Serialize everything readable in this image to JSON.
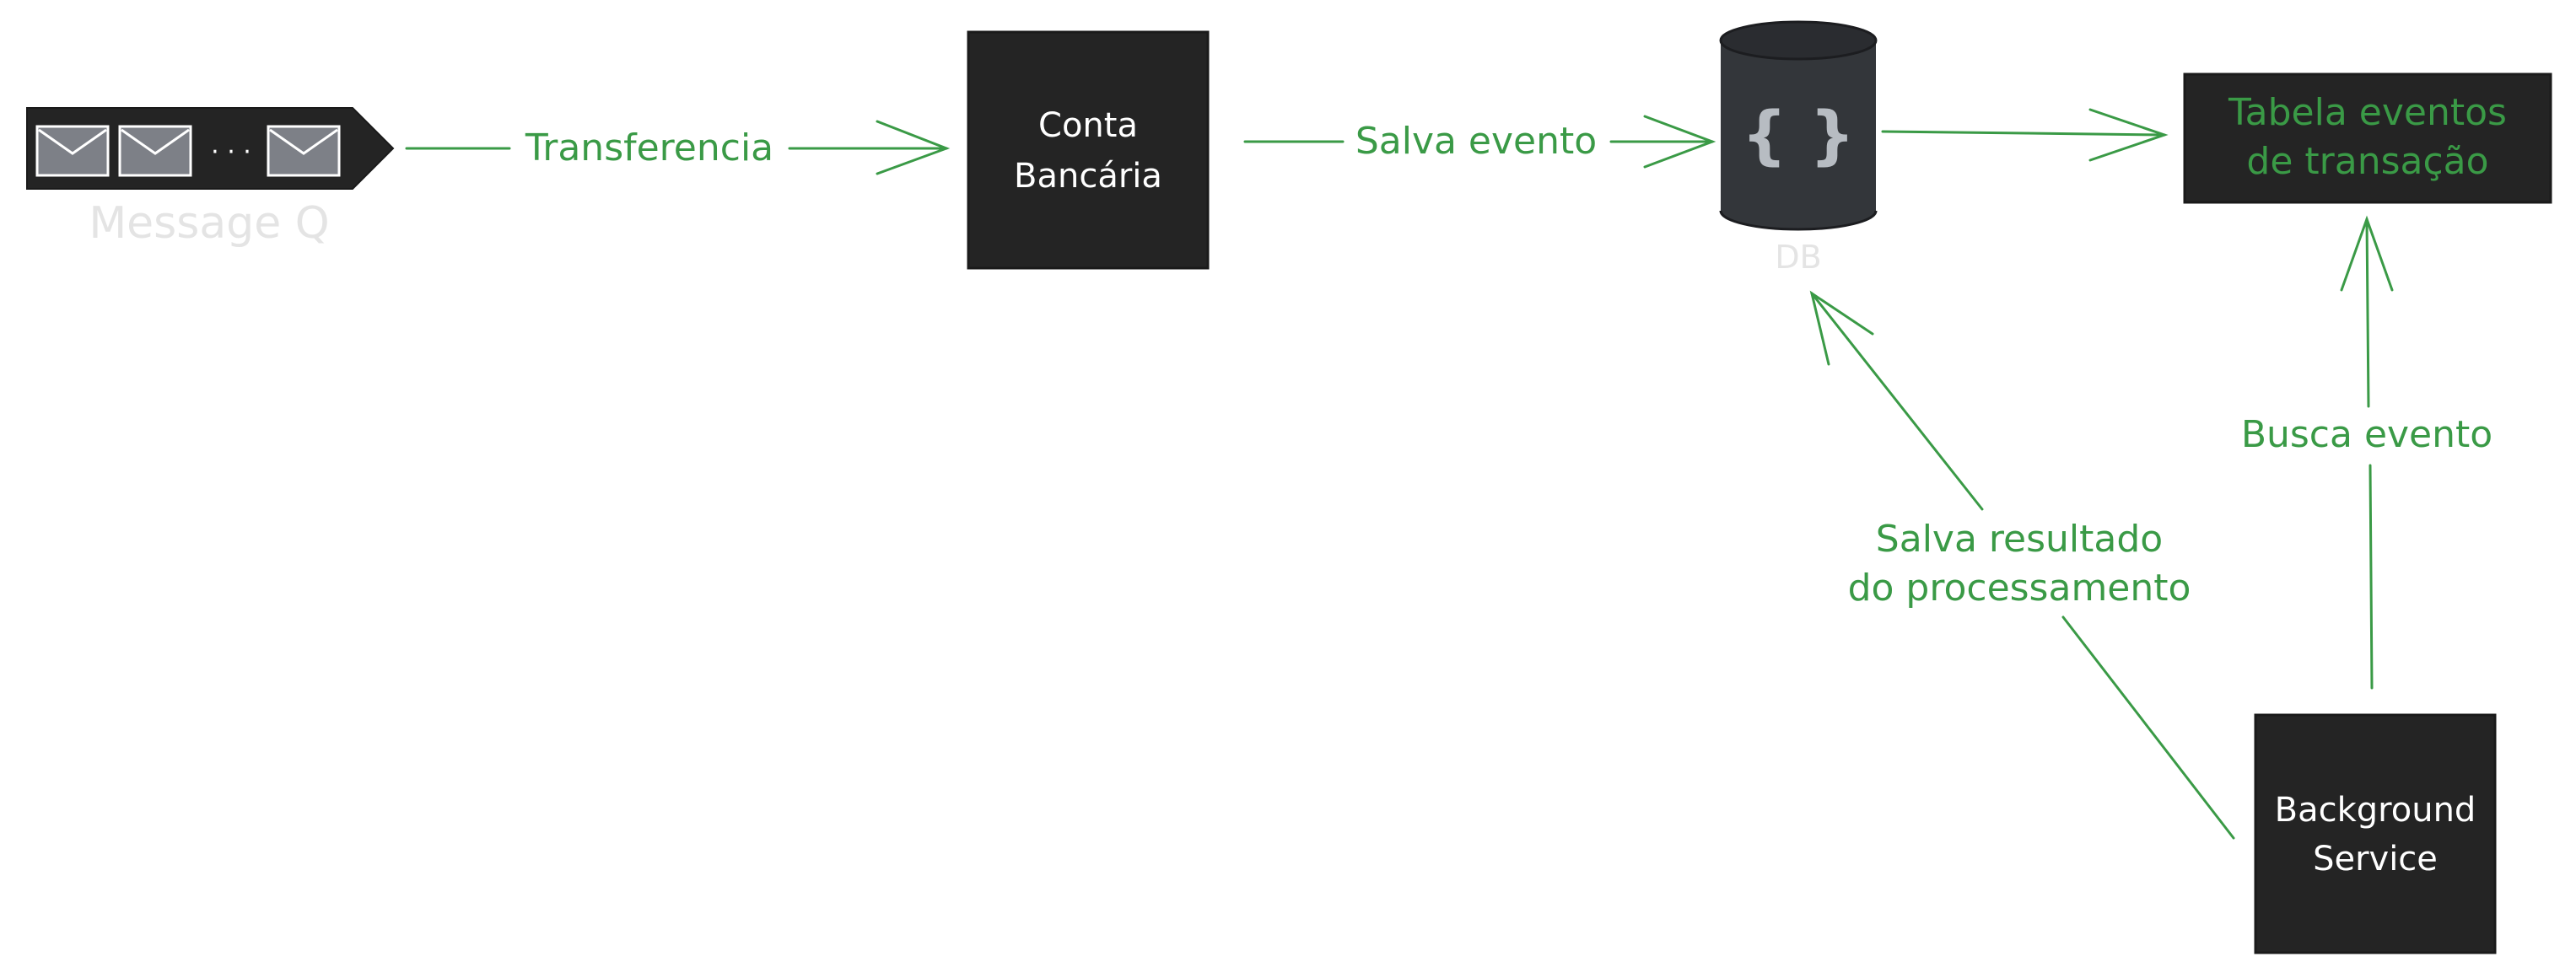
{
  "colors": {
    "arrow": "#3a9a46",
    "node_fill": "#242424",
    "node_text": "#ffffff",
    "table_text": "#3a9a46",
    "db_fill": "#33363a",
    "db_glyph": "#b7bcc2",
    "muted_label": "#e4e4e4",
    "envelope": "#7d8087"
  },
  "queue": {
    "icon": "envelope-icon",
    "dots": "· · ·",
    "caption": "Message Q"
  },
  "nodes": {
    "conta": {
      "line1": "Conta",
      "line2": "Bancária"
    },
    "db": {
      "glyph": "{ }",
      "caption": "DB"
    },
    "tabela": {
      "line1": "Tabela eventos",
      "line2": "de transação"
    },
    "background": {
      "line1": "Background",
      "line2": "Service"
    }
  },
  "edges": {
    "transferencia": "Transferencia",
    "salva_evento": "Salva evento",
    "busca_evento": "Busca evento",
    "salva_resultado": {
      "line1": "Salva resultado",
      "line2": "do processamento"
    }
  }
}
